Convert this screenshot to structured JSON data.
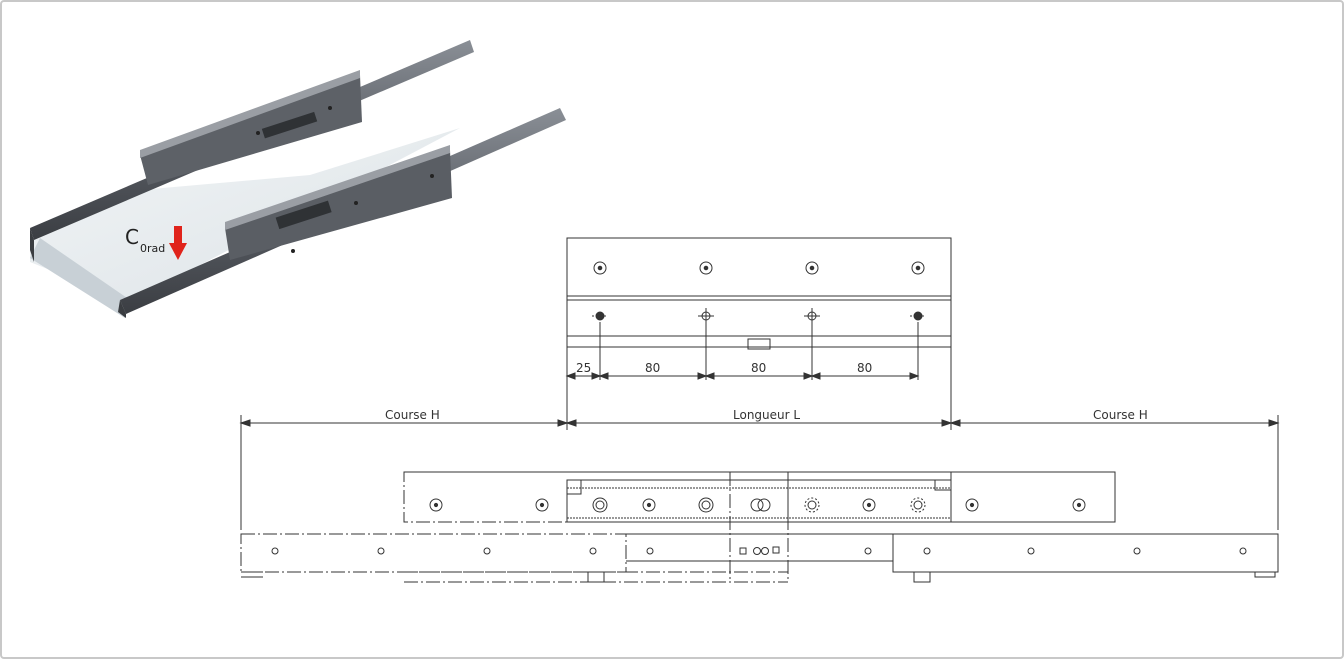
{
  "load_label": {
    "main": "C",
    "sub": "0rad"
  },
  "top_view_dims": {
    "first": "25",
    "pitch1": "80",
    "pitch2": "80",
    "pitch3": "80"
  },
  "side_view_labels": {
    "stroke_left": "Course H",
    "length": "Longueur L",
    "stroke_right": "Course H"
  },
  "colors": {
    "arrow": "#e0231b",
    "line": "#333333",
    "rail_dark": "#4a4d52",
    "glass": "#dfe6ea"
  }
}
